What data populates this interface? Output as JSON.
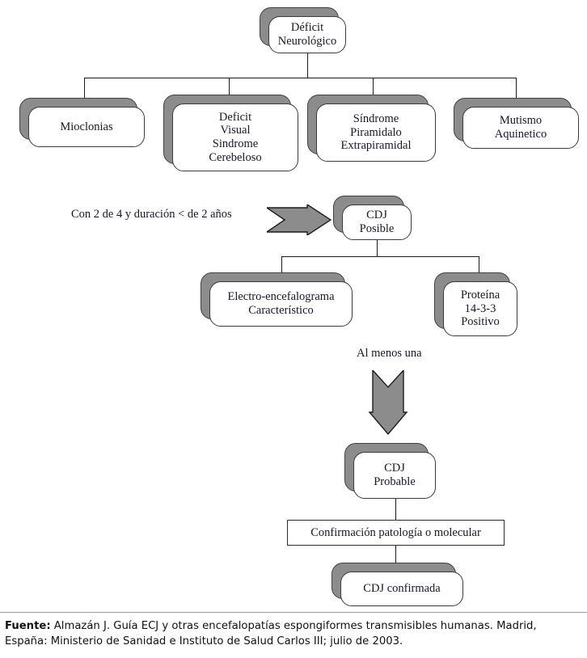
{
  "diagram": {
    "title_node": {
      "label": "Déficit\nNeurológico"
    },
    "symptom_nodes": [
      {
        "label": "Mioclonias"
      },
      {
        "label": "Deficit\nVisual\nSindrome\nCerebeloso"
      },
      {
        "label": "Síndrome\nPiramidalo\nExtrapiramidal"
      },
      {
        "label": "Mutismo\nAquinetico"
      }
    ],
    "criteria_label": "Con 2 de 4 y duración < de 2 años",
    "possible_node": {
      "label": "CDJ\nPosible"
    },
    "test_nodes": [
      {
        "label": "Electro-encefalograma\nCaracterístico"
      },
      {
        "label": "Proteína\n14-3-3\nPositivo"
      }
    ],
    "at_least_one_label": "Al menos una",
    "probable_node": {
      "label": "CDJ\nProbable"
    },
    "confirmation_box": {
      "label": "Confirmación patología o molecular"
    },
    "confirmed_node": {
      "label": "CDJ confirmada"
    }
  },
  "footer": {
    "source_label": "Fuente:",
    "source_text": " Almazán J. Guía ECJ y otras encefalopatías espongiformes transmisibles humanas. Madrid, España: Ministerio de Sanidad e Instituto de Salud Carlos III; julio de 2003."
  },
  "colors": {
    "shadow_gray": "#8c8c8c",
    "arrow_gray": "#8c8c8c",
    "line": "#1a1a1a",
    "text": "#17172b",
    "background": "#ffffff"
  }
}
